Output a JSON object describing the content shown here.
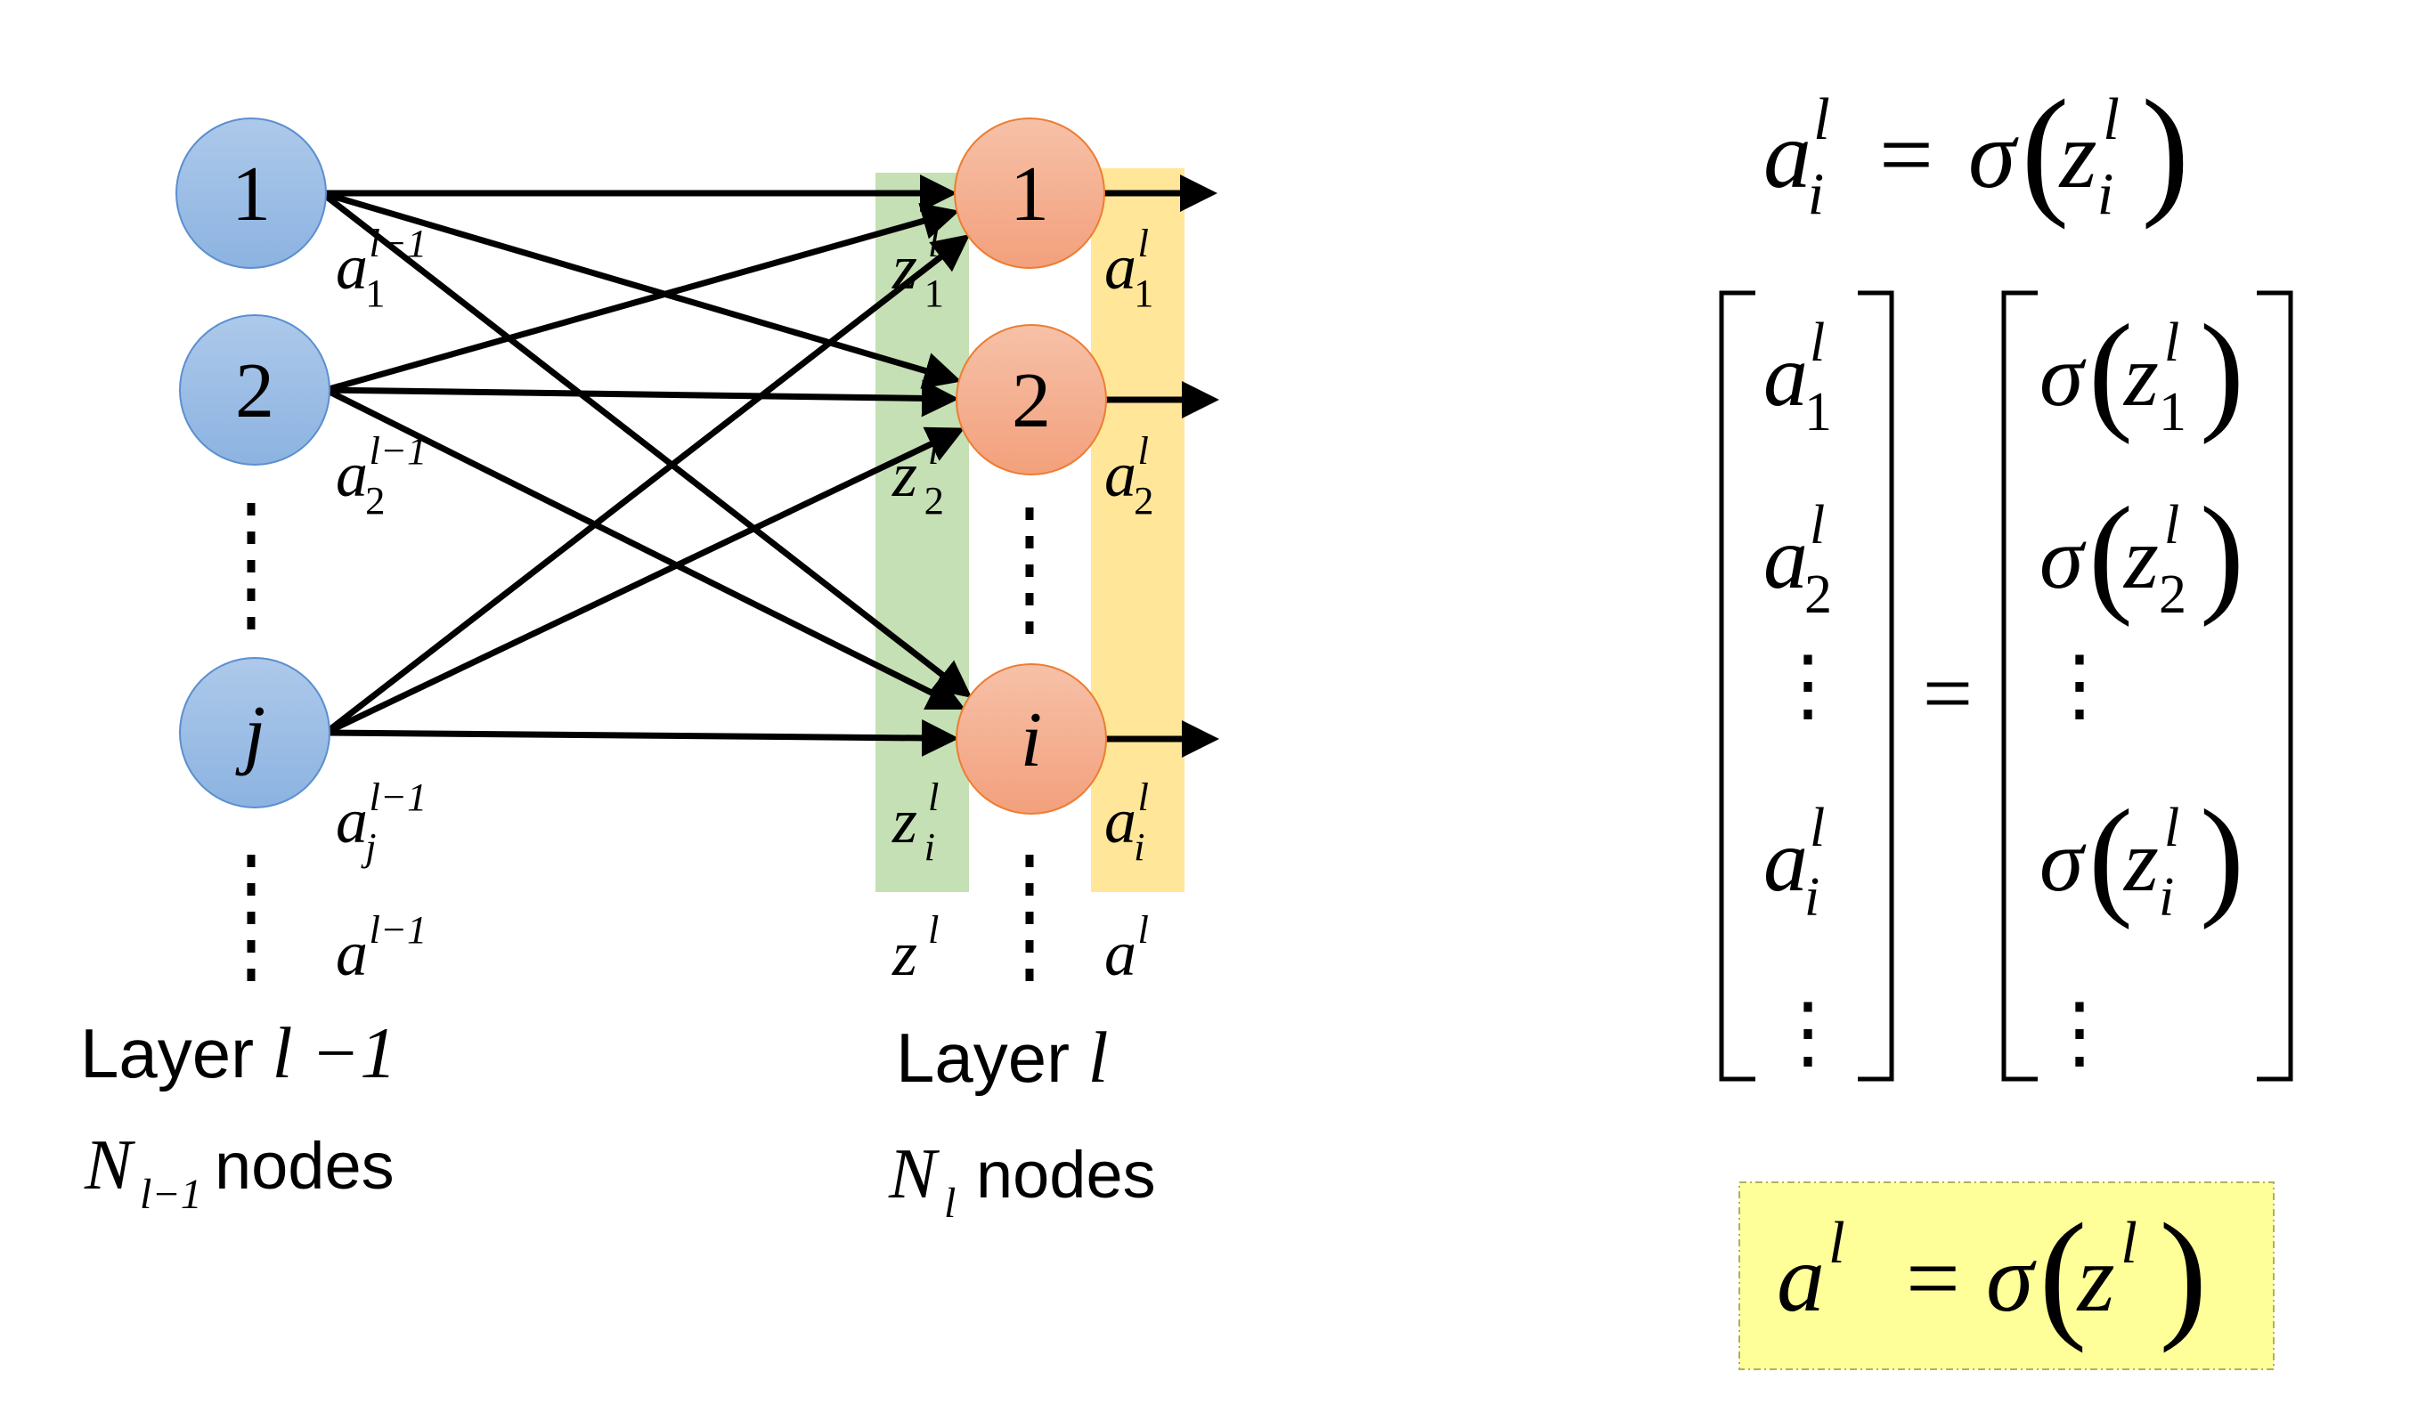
{
  "colors": {
    "prev_node_fill_top": "#adc9ea",
    "prev_node_fill_bottom": "#8cb3e1",
    "prev_node_stroke": "#5b8fd0",
    "cur_node_fill_top": "#f6c1a8",
    "cur_node_fill_bottom": "#f3a07c",
    "cur_node_stroke": "#ed7d31",
    "z_band": "#c5e0b4",
    "a_band": "#ffe699",
    "result_box": "#ffff99"
  },
  "layer_prev": {
    "nodes": [
      "1",
      "2",
      "j"
    ],
    "activations": [
      {
        "base": "a",
        "sup": "l−1",
        "sub": "1"
      },
      {
        "base": "a",
        "sup": "l−1",
        "sub": "2"
      },
      {
        "base": "a",
        "sup": "l−1",
        "sub": "j"
      },
      {
        "base": "a",
        "sup": "l−1",
        "sub": ""
      }
    ],
    "layer_word": "Layer",
    "layer_index": "l −1",
    "count": {
      "base": "N",
      "sub": "l−1"
    },
    "count_suffix": "nodes"
  },
  "layer_cur": {
    "nodes": [
      "1",
      "2",
      "i"
    ],
    "z": [
      {
        "base": "z",
        "sup": "l",
        "sub": "1"
      },
      {
        "base": "z",
        "sup": "l",
        "sub": "2"
      },
      {
        "base": "z",
        "sup": "l",
        "sub": "i"
      },
      {
        "base": "z",
        "sup": "l",
        "sub": ""
      }
    ],
    "a": [
      {
        "base": "a",
        "sup": "l",
        "sub": "1"
      },
      {
        "base": "a",
        "sup": "l",
        "sub": "2"
      },
      {
        "base": "a",
        "sup": "l",
        "sub": "i"
      },
      {
        "base": "a",
        "sup": "l",
        "sub": ""
      }
    ],
    "layer_word": "Layer",
    "layer_index": "l",
    "count": {
      "base": "N",
      "sub": "l"
    },
    "count_suffix": "nodes"
  },
  "equations": {
    "elementwise": {
      "lhs": {
        "base": "a",
        "sup": "l",
        "sub": "i"
      },
      "eq": "=",
      "fn": "σ",
      "arg": {
        "base": "z",
        "sup": "l",
        "sub": "i"
      }
    },
    "matrix_left": [
      {
        "base": "a",
        "sup": "l",
        "sub": "1"
      },
      {
        "base": "a",
        "sup": "l",
        "sub": "2"
      },
      {
        "dots": "⋮"
      },
      {
        "base": "a",
        "sup": "l",
        "sub": "i"
      },
      {
        "dots": "⋮"
      }
    ],
    "matrix_eq": "=",
    "matrix_right": [
      {
        "fn": "σ",
        "base": "z",
        "sup": "l",
        "sub": "1"
      },
      {
        "fn": "σ",
        "base": "z",
        "sup": "l",
        "sub": "2"
      },
      {
        "dots": "⋮"
      },
      {
        "fn": "σ",
        "base": "z",
        "sup": "l",
        "sub": "i"
      },
      {
        "dots": "⋮"
      }
    ],
    "vector": {
      "lhs": {
        "base": "a",
        "sup": "l",
        "sub": ""
      },
      "eq": "=",
      "fn": "σ",
      "arg": {
        "base": "z",
        "sup": "l",
        "sub": ""
      }
    }
  }
}
